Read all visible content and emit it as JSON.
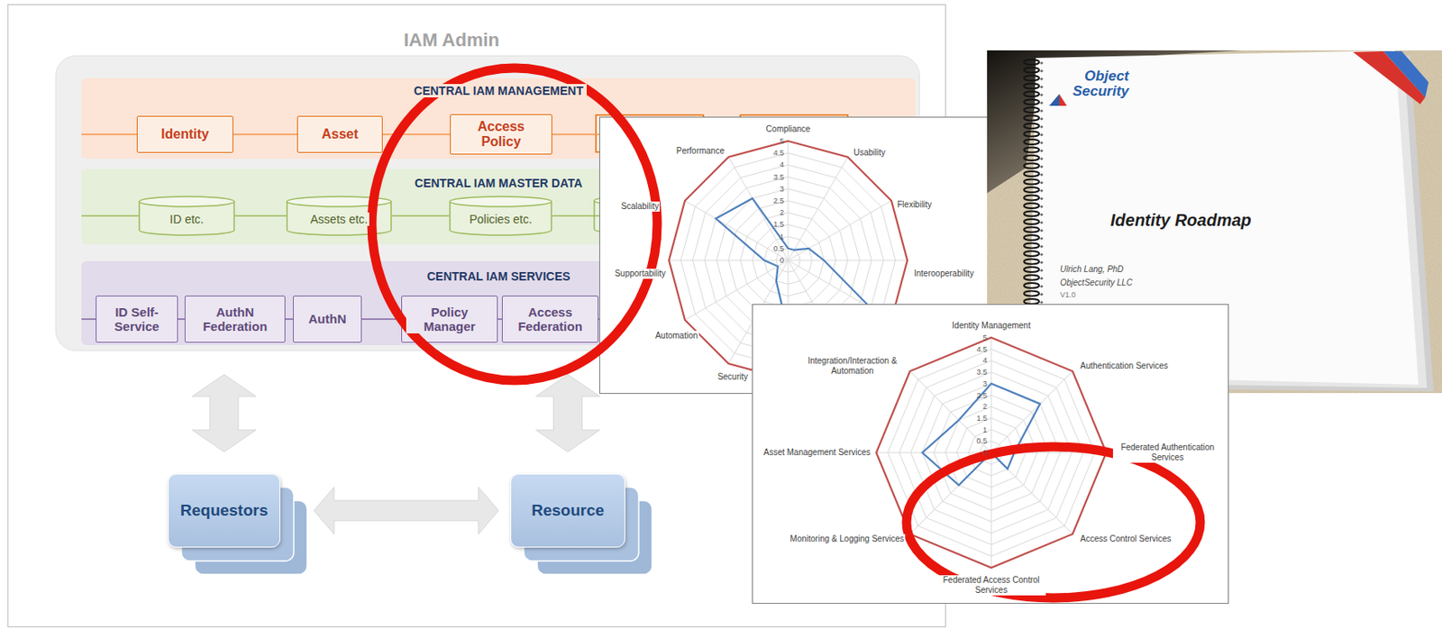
{
  "diagram": {
    "nodes": [
      {
        "text": [
          "IAM Admin"
        ]
      },
      {
        "text": [
          "CENTRAL IAM MANAGEMENT"
        ],
        "in": 0
      },
      {
        "text": [
          "Identity"
        ],
        "in": 1
      },
      {
        "text": [
          "Asset"
        ],
        "in": 1
      },
      {
        "text": [
          "Access Policy"
        ],
        "in": 1
      },
      {
        "text": [
          "CENTRAL IAM MASTER DATA"
        ],
        "in": 0
      },
      {
        "text": [
          "ID etc."
        ],
        "in": 5
      },
      {
        "text": [
          "Assets etc."
        ],
        "in": 5
      },
      {
        "text": [
          "Policies etc."
        ],
        "in": 5
      },
      {
        "text": [
          "CENTRAL IAM SERVICES"
        ],
        "in": 0
      },
      {
        "text": [
          "ID Self-Service"
        ],
        "in": 9
      },
      {
        "text": [
          "AuthN Federation"
        ],
        "in": 9
      },
      {
        "text": [
          "AuthN"
        ],
        "in": 9
      },
      {
        "text": [
          "Policy Manager"
        ],
        "in": 9
      },
      {
        "text": [
          "Access Federation"
        ],
        "in": 9
      },
      {
        "text": [
          "Requestors"
        ]
      },
      {
        "text": [
          "Resource"
        ]
      }
    ],
    "edges": [
      {
        "from": 0,
        "to": 15,
        "arrow": "both"
      },
      {
        "from": 0,
        "to": 16,
        "arrow": "both"
      },
      {
        "from": 15,
        "to": 16,
        "arrow": "both"
      }
    ],
    "labels": [
      "Compliance",
      "Usability",
      "Flexibility",
      "Interooperability",
      "Security",
      "Automation",
      "Supportability",
      "Scalability",
      "Performance",
      "5",
      "4.5",
      "4",
      "3.5",
      "3",
      "2.5",
      "2",
      "1.5",
      "1",
      "0.5",
      "0",
      "Identity Management",
      "Authentication Services",
      "Federated Authentication Services",
      "Access Control Services",
      "Federated Access Control Services",
      "Monitoring & Logging Services",
      "Asset Management Services",
      "Integration/Interaction & Automation",
      "5",
      "4.5",
      "4",
      "3.5",
      "3",
      "2.5",
      "2",
      "1.5",
      "1",
      "0.5",
      "0",
      "Object Security",
      "Identity Roadmap",
      "Ulrich Lang, PhD",
      "ObjectSecurity LLC",
      "V1.0"
    ]
  }
}
